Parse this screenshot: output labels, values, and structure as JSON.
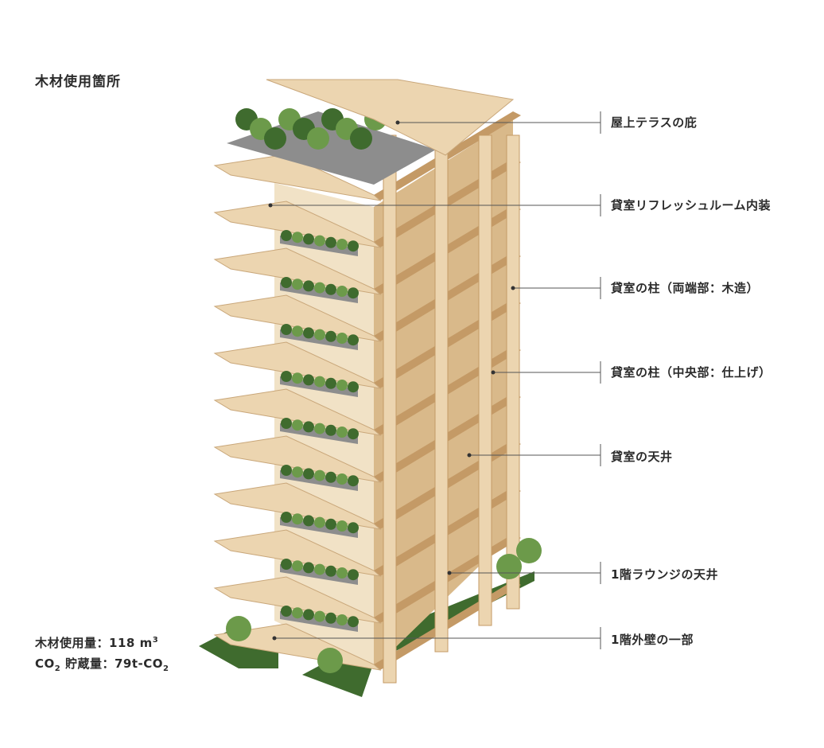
{
  "title": "木材使用箇所",
  "labels": [
    "屋上テラスの庇",
    "貸室リフレッシュルーム内装",
    "貸室の柱（両端部：木造）",
    "貸室の柱（中央部：仕上げ）",
    "貸室の天井",
    "1階ラウンジの天井",
    "1階外壁の一部"
  ],
  "stats": {
    "wood_label": "木材使用量：",
    "wood_value": "118",
    "wood_unit": "m",
    "wood_unit_sup": "3",
    "co2_label_prefix": "CO",
    "co2_label_sub": "2",
    "co2_label_suffix": " 貯蔵量：",
    "co2_value": "79t-CO",
    "co2_value_sub": "2"
  },
  "colors": {
    "wood_light": "#ecd5b0",
    "wood_mid": "#d9b98a",
    "wood_dark": "#c49a66",
    "plant_green": "#6c9a4a",
    "plant_dark": "#3f6b2e",
    "planter_gray": "#8d8d8d",
    "leader_line": "#555555"
  }
}
